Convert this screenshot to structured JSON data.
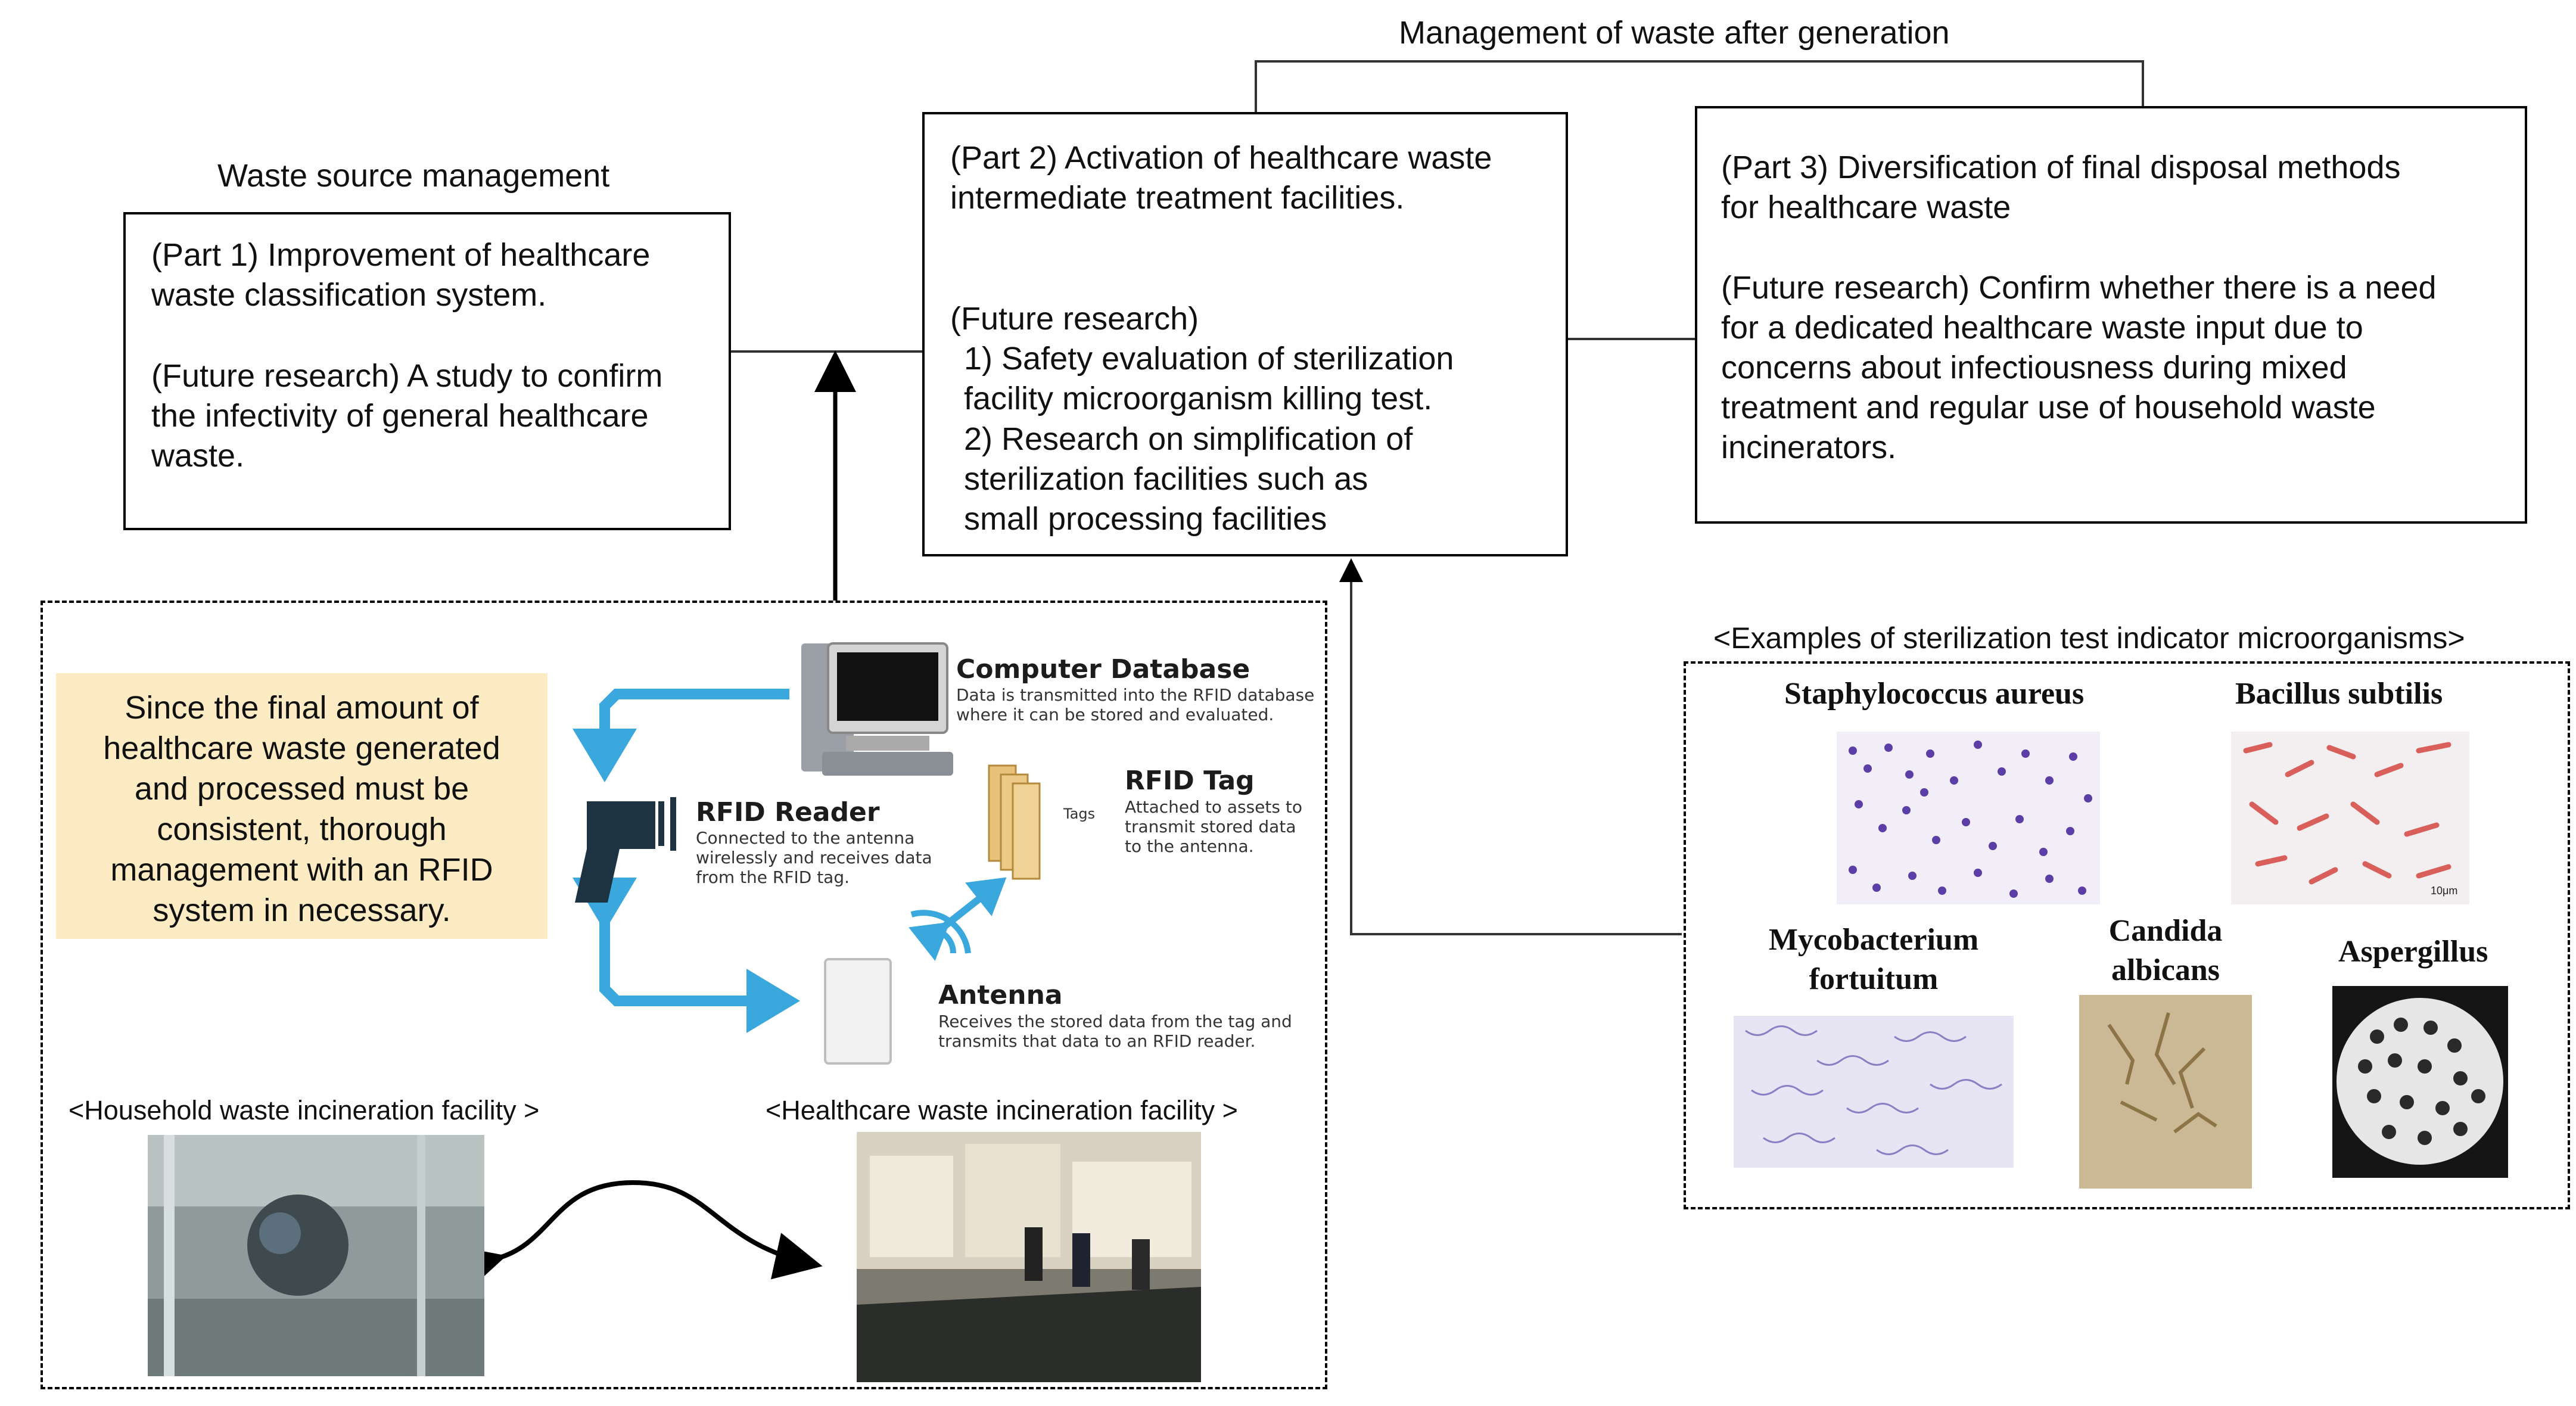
{
  "headers": {
    "top_center": "Management of waste after generation",
    "left": "Waste source management"
  },
  "part1": {
    "title": "(Part 1) Improvement of healthcare\nwaste classification system.",
    "future": "(Future research) A study to confirm\nthe infectivity of general healthcare\nwaste."
  },
  "part2": {
    "title": "(Part 2) Activation of healthcare waste\nintermediate treatment facilities.",
    "future_heading": "(Future research)",
    "item1": "1) Safety evaluation of sterilization\n   facility microorganism killing test.",
    "item2": "2) Research on simplification of\n   sterilization facilities such as\n   small processing facilities"
  },
  "part3": {
    "title": "(Part 3) Diversification of final disposal methods\nfor healthcare waste",
    "future": "(Future research) Confirm whether there is a need\nfor a dedicated healthcare waste input due to\nconcerns about infectiousness during mixed\ntreatment and regular use of household waste\nincinerators."
  },
  "rfid_note": "Since the final amount of\nhealthcare waste generated\nand processed must be\nconsistent, thorough\nmanagement with an RFID\nsystem in necessary.",
  "rfid_system": {
    "database_title": "Computer Database",
    "database_desc": "Data is transmitted into the RFID database\nwhere it can be stored and evaluated.",
    "reader_title": "RFID Reader",
    "reader_desc": "Connected to the antenna\nwirelessly and receives data\nfrom the RFID tag.",
    "tag_title": "RFID Tag",
    "tag_small": "Tags",
    "tag_desc": "Attached to assets to\ntransmit stored data\nto the antenna.",
    "antenna_title": "Antenna",
    "antenna_desc": "Receives the stored data from the tag and\ntransmits that data to an RFID reader."
  },
  "facilities": {
    "household": "<Household waste incineration facility >",
    "healthcare": "<Healthcare waste incineration facility >"
  },
  "microorganisms": {
    "heading": "<Examples of sterilization test indicator microorganisms>",
    "staph": "Staphylococcus aureus",
    "bacillus": "Bacillus subtilis",
    "myco": "Mycobacterium\nfortuitum",
    "candida": "Candida\nalbicans",
    "aspergillus": "Aspergillus",
    "scale": "10μm"
  },
  "colors": {
    "note_bg": "#fdebc4",
    "arrow_blue": "#3aa8dc",
    "reader_dark": "#1e3342"
  }
}
